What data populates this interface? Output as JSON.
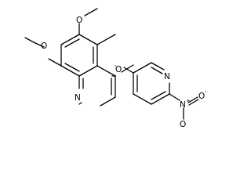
{
  "molecule": {
    "atoms": {
      "o_methoxy_top": "O",
      "o_methoxy_left": "O",
      "o_ether": "O",
      "n_quinoline": "N",
      "n_pyridine": "N",
      "n_nitro": "N",
      "o_nitro_top": "O",
      "o_nitro_bottom": "O",
      "nitro_plus": "+",
      "nitro_minus": "-"
    }
  },
  "colors": {
    "bond": "#000000",
    "background": "#ffffff"
  }
}
